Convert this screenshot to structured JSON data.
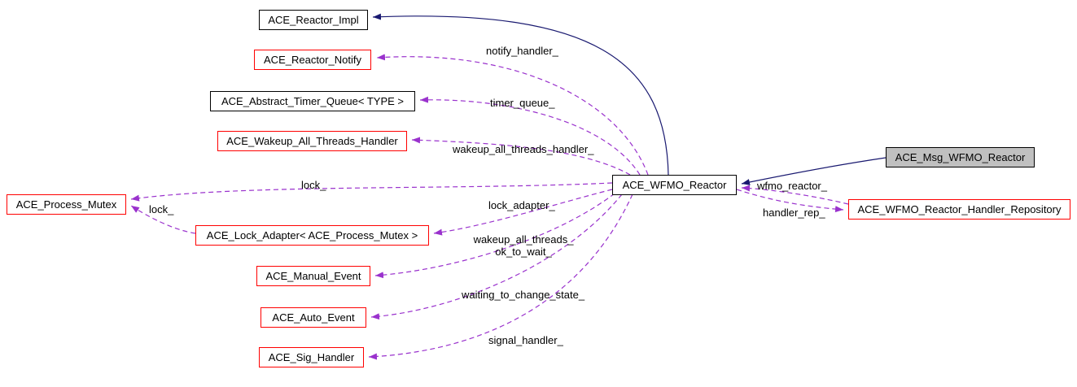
{
  "diagram": {
    "type": "doxygen-collaboration-graph",
    "colors": {
      "background": "#ffffff",
      "node_fill": "#ffffff",
      "node_fill_current": "#c0c0c0",
      "node_border_black": "#000000",
      "node_border_red": "#ff0000",
      "edge_dashed_usage": "#9a32cd",
      "edge_solid_inheritance": "#191970",
      "text": "#000000"
    },
    "nodes": [
      {
        "id": "reactor_impl",
        "label": "ACE_Reactor_Impl",
        "border": "black",
        "fill": "white"
      },
      {
        "id": "reactor_notify",
        "label": "ACE_Reactor_Notify",
        "border": "red",
        "fill": "white"
      },
      {
        "id": "abstract_timer_queue",
        "label": "ACE_Abstract_Timer_Queue< TYPE >",
        "border": "black",
        "fill": "white"
      },
      {
        "id": "wakeup_all_threads_handler",
        "label": "ACE_Wakeup_All_Threads_Handler",
        "border": "red",
        "fill": "white"
      },
      {
        "id": "process_mutex",
        "label": "ACE_Process_Mutex",
        "border": "red",
        "fill": "white"
      },
      {
        "id": "lock_adapter",
        "label": "ACE_Lock_Adapter< ACE_Process_Mutex >",
        "border": "red",
        "fill": "white"
      },
      {
        "id": "manual_event",
        "label": "ACE_Manual_Event",
        "border": "red",
        "fill": "white"
      },
      {
        "id": "auto_event",
        "label": "ACE_Auto_Event",
        "border": "red",
        "fill": "white"
      },
      {
        "id": "sig_handler",
        "label": "ACE_Sig_Handler",
        "border": "red",
        "fill": "white"
      },
      {
        "id": "wfmo_reactor",
        "label": "ACE_WFMO_Reactor",
        "border": "black",
        "fill": "white"
      },
      {
        "id": "msg_wfmo_reactor",
        "label": "ACE_Msg_WFMO_Reactor",
        "border": "black",
        "fill": "gray"
      },
      {
        "id": "handler_repository",
        "label": "ACE_WFMO_Reactor_Handler_Repository",
        "border": "red",
        "fill": "white"
      }
    ],
    "edges": [
      {
        "from": "ACE_WFMO_Reactor",
        "to": "ACE_Reactor_Impl",
        "style": "solid-inheritance",
        "label": ""
      },
      {
        "from": "ACE_WFMO_Reactor",
        "to": "ACE_Reactor_Notify",
        "style": "dashed-usage",
        "label": "notify_handler_"
      },
      {
        "from": "ACE_WFMO_Reactor",
        "to": "ACE_Abstract_Timer_Queue< TYPE >",
        "style": "dashed-usage",
        "label": "timer_queue_"
      },
      {
        "from": "ACE_WFMO_Reactor",
        "to": "ACE_Wakeup_All_Threads_Handler",
        "style": "dashed-usage",
        "label": "wakeup_all_threads_handler_"
      },
      {
        "from": "ACE_WFMO_Reactor",
        "to": "ACE_Process_Mutex",
        "style": "dashed-usage",
        "label": "lock_"
      },
      {
        "from": "ACE_Lock_Adapter< ACE_Process_Mutex >",
        "to": "ACE_Process_Mutex",
        "style": "dashed-usage",
        "label": "lock_"
      },
      {
        "from": "ACE_WFMO_Reactor",
        "to": "ACE_Lock_Adapter< ACE_Process_Mutex >",
        "style": "dashed-usage",
        "label": "lock_adapter_"
      },
      {
        "from": "ACE_WFMO_Reactor",
        "to": "ACE_Manual_Event",
        "style": "dashed-usage",
        "label": "wakeup_all_threads_ ok_to_wait_",
        "label_lines": [
          "wakeup_all_threads_",
          "ok_to_wait_"
        ]
      },
      {
        "from": "ACE_WFMO_Reactor",
        "to": "ACE_Auto_Event",
        "style": "dashed-usage",
        "label": "waiting_to_change_state_"
      },
      {
        "from": "ACE_WFMO_Reactor",
        "to": "ACE_Sig_Handler",
        "style": "dashed-usage",
        "label": "signal_handler_"
      },
      {
        "from": "ACE_Msg_WFMO_Reactor",
        "to": "ACE_WFMO_Reactor",
        "style": "solid-inheritance",
        "label": ""
      },
      {
        "from": "ACE_WFMO_Reactor_Handler_Repository",
        "to": "ACE_WFMO_Reactor",
        "style": "dashed-usage",
        "label": "wfmo_reactor_"
      },
      {
        "from": "ACE_WFMO_Reactor",
        "to": "ACE_WFMO_Reactor_Handler_Repository",
        "style": "dashed-usage",
        "label": "handler_rep_"
      }
    ]
  }
}
